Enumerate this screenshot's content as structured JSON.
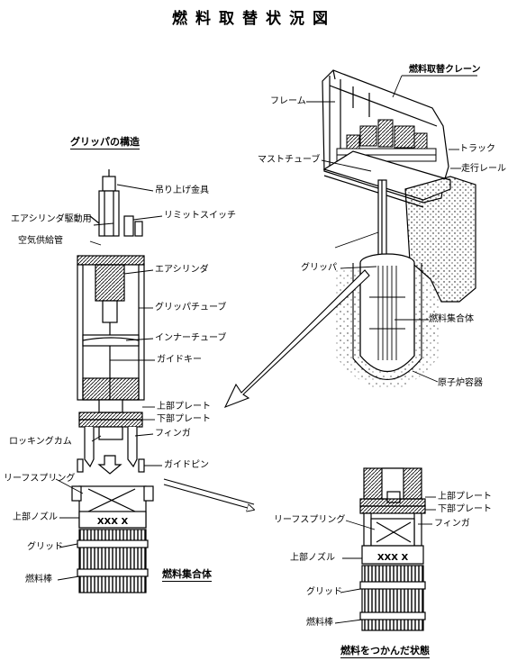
{
  "title": "燃料取替状況図",
  "sections": {
    "gripper_structure": "グリッパの構造",
    "fuel_assembly": "燃料集合体",
    "gripped_state": "燃料をつかんだ状態"
  },
  "crane_labels": {
    "crane": "燃料取替クレーン",
    "frame": "フレーム",
    "mast_tube": "マストチューブ",
    "track": "トラック",
    "travel_rail": "走行レール",
    "gripper": "グリッパ",
    "fuel_assembly": "燃料集合体",
    "reactor_vessel": "原子炉容器"
  },
  "gripper_labels": {
    "lift_fitting": "吊り上げ金具",
    "air_cylinder_drive": "エアシリンダ駆動用",
    "air_supply_pipe": "空気供給管",
    "limit_switch": "リミットスイッチ",
    "air_cylinder": "エアシリンダ",
    "gripper_tube": "グリッパチューブ",
    "inner_tube": "インナーチューブ",
    "guide_key": "ガイドキー",
    "upper_plate": "上部プレート",
    "lower_plate": "下部プレート",
    "locking_cam": "ロッキングカム",
    "finger": "フィンガ",
    "guide_pin": "ガイドピン",
    "leaf_spring": "リーフスプリング",
    "upper_nozzle": "上部ノズル",
    "grid": "グリッド",
    "fuel_rod": "燃料棒"
  },
  "gripped_labels": {
    "upper_plate": "上部プレート",
    "lower_plate": "下部プレート",
    "leaf_spring": "リーフスプリング",
    "finger": "フィンガ",
    "upper_nozzle": "上部ノズル",
    "grid": "グリッド",
    "fuel_rod": "燃料棒"
  },
  "nozzle_marks": "XXX X"
}
